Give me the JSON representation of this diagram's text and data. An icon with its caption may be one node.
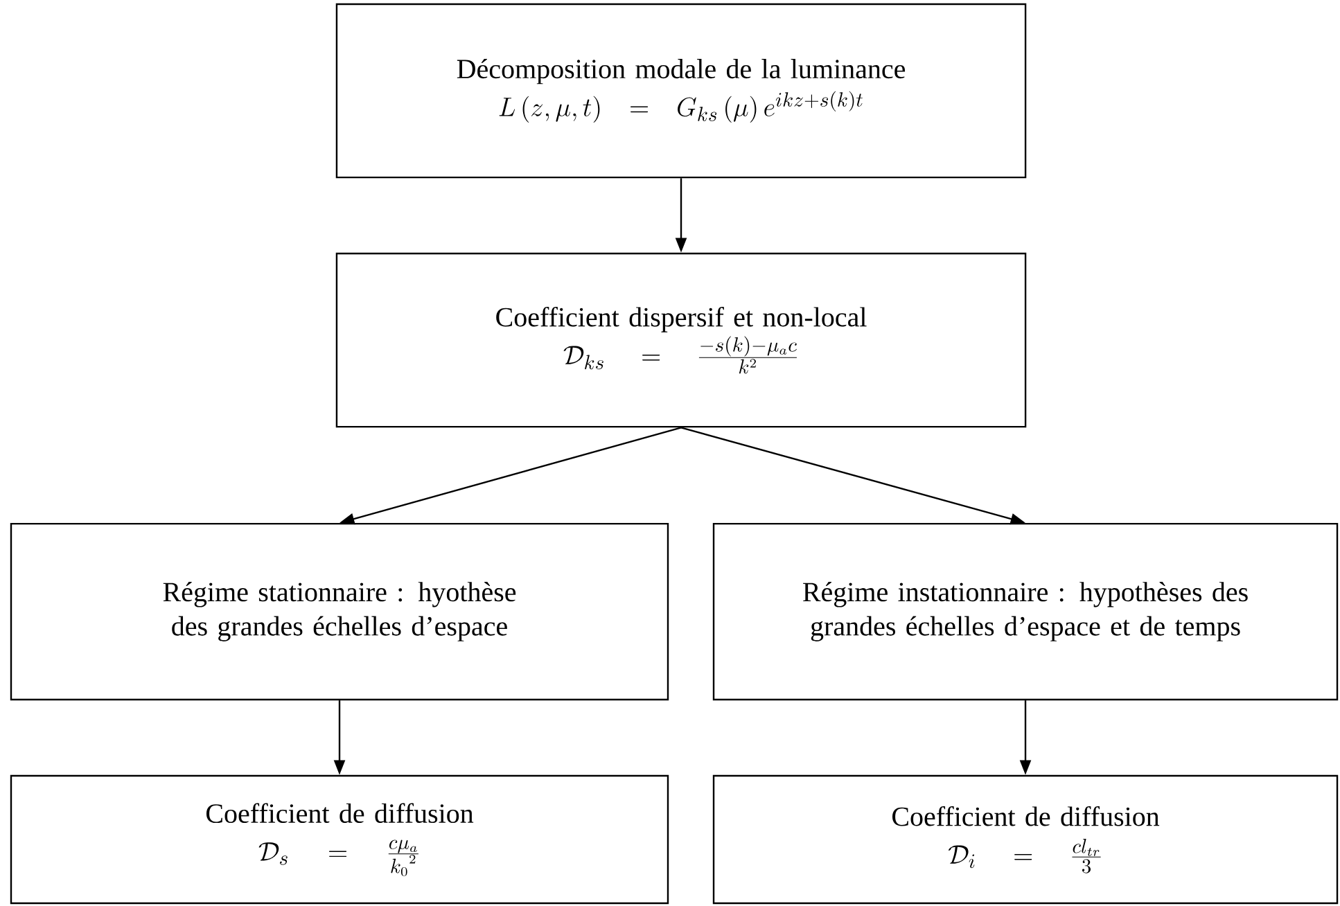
{
  "diagram": {
    "nodes": [
      {
        "text": [
          "Décomposition modale de la luminance",
          "L\\left(z,\\mu,t\\right)=G_{ks}\\left(\\mu\\right)e^{ikz+s(k)t}"
        ]
      },
      {
        "text": [
          "Coefficient dispersif et non-local",
          "\\mathcal{D}_{ks}=\\frac{-s(k)-\\mu_a c}{k^2}"
        ]
      },
      {
        "text": [
          "Régime stationnaire : hyothèse des grandes échelles d’espace"
        ]
      },
      {
        "text": [
          "Régime instationnaire : hypothèses des grandes échelles d’espace et de temps"
        ]
      },
      {
        "text": [
          "Coefficient de diffusion",
          "\\mathcal{D}_s=\\frac{c\\mu_a}{{k_0}^2}"
        ]
      },
      {
        "text": [
          "Coefficient de diffusion",
          "\\mathcal{D}_i=\\frac{cl_{tr}}{3}"
        ]
      }
    ],
    "edges": [
      {
        "from": 0,
        "to": 1,
        "arrow": "to"
      },
      {
        "from": 1,
        "to": 2,
        "arrow": "to"
      },
      {
        "from": 1,
        "to": 3,
        "arrow": "to"
      },
      {
        "from": 2,
        "to": 4,
        "arrow": "to"
      },
      {
        "from": 3,
        "to": 5,
        "arrow": "to"
      }
    ]
  }
}
